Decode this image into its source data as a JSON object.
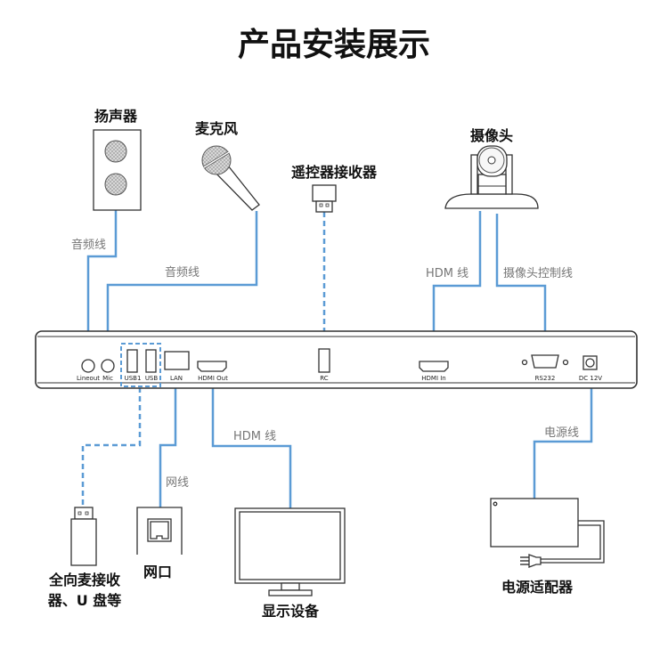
{
  "title": "产品安装展示",
  "devices": {
    "speaker": "扬声器",
    "microphone": "麦克风",
    "remote_receiver": "遥控器接收器",
    "camera": "摄像头",
    "usb_devices_line1": "全向麦接收",
    "usb_devices_line2": "器、U 盘等",
    "network_port": "网口",
    "display": "显示设备",
    "power_adapter": "电源适配器"
  },
  "cables": {
    "speaker_audio": "音频线",
    "mic_audio": "音频线",
    "camera_hdmi": "HDM 线",
    "camera_control": "摄像头控制线",
    "network": "网线",
    "display_hdmi": "HDM 线",
    "power": "电源线"
  },
  "ports": {
    "lineout": "Lineout",
    "mic": "Mic",
    "usb1": "USB1",
    "usb2": "USB",
    "lan": "LAN",
    "hdmi_out": "HDMI Out",
    "rc": "RC",
    "hdmi_in": "HDMI In",
    "rs232": "RS232",
    "dc": "DC 12V"
  },
  "colors": {
    "wire": "#5b9bd5"
  }
}
